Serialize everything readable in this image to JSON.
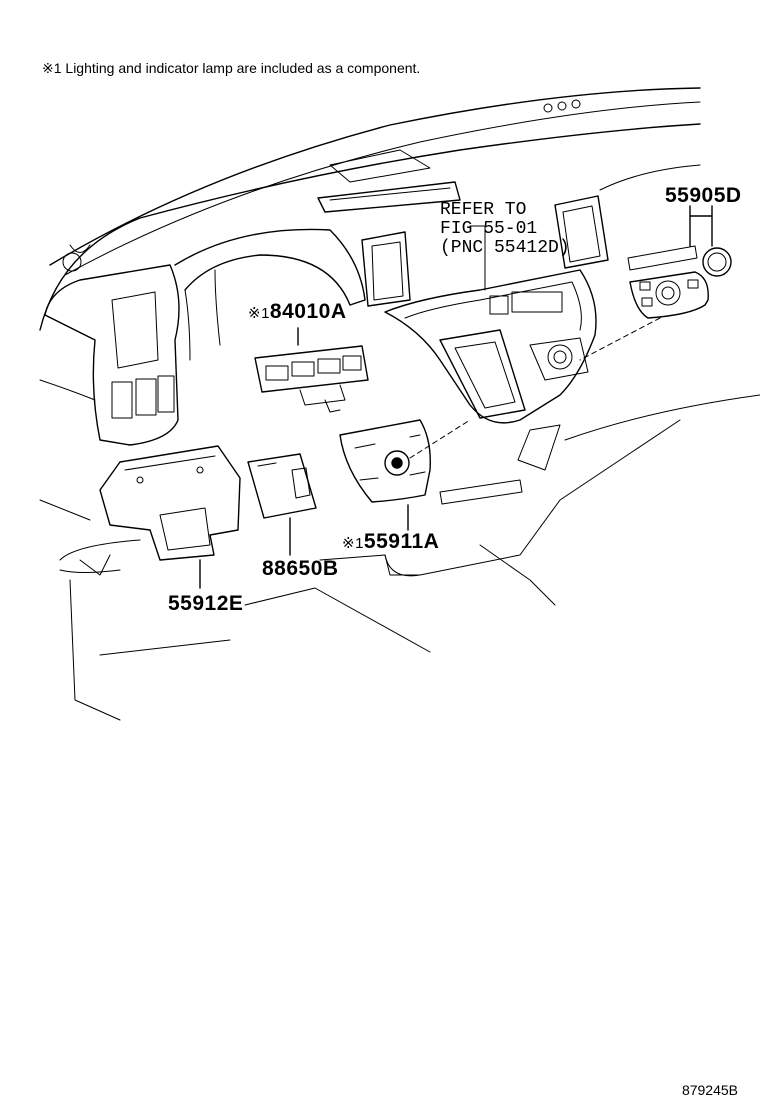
{
  "note": "※1 Lighting and indicator lamp are included as a component.",
  "diagram_code": "879245B",
  "callouts": {
    "part_84010a": {
      "marker": "※1",
      "number": "84010A"
    },
    "part_55905d": {
      "marker": "",
      "number": "55905D"
    },
    "part_55911a": {
      "marker": "※1",
      "number": "55911A"
    },
    "part_88650b": {
      "marker": "",
      "number": "88650B"
    },
    "part_55912e": {
      "marker": "",
      "number": "55912E"
    }
  },
  "reference": {
    "line1": "REFER TO",
    "line2": "FIG 55-01",
    "line3": "(PNC 55412D)"
  }
}
